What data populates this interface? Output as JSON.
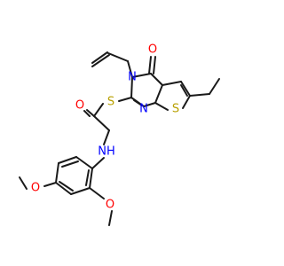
{
  "molecule": {
    "atoms": {
      "O_carbonyl_ring": {
        "text": "O",
        "color": "#ff0000"
      },
      "N_ring_top": {
        "text": "N",
        "color": "#0000ff"
      },
      "N_ring_bottom": {
        "text": "N",
        "color": "#0000ff"
      },
      "S_thiophene": {
        "text": "S",
        "color": "#b8a000"
      },
      "S_linker": {
        "text": "S",
        "color": "#b8a000"
      },
      "O_amide": {
        "text": "O",
        "color": "#ff0000"
      },
      "NH_amide": {
        "text": "NH",
        "color": "#0000ff"
      },
      "O_methoxy_ortho": {
        "text": "O",
        "color": "#ff0000"
      },
      "O_methoxy_para": {
        "text": "O",
        "color": "#ff0000"
      }
    },
    "bond_color": "#1a1a1a",
    "background": "#ffffff"
  }
}
